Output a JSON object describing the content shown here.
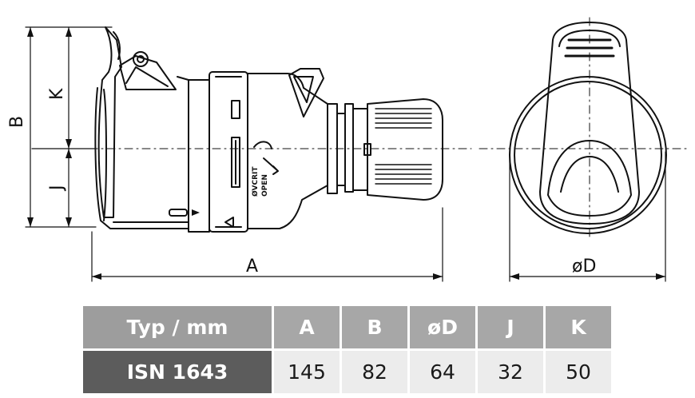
{
  "dimensions": {
    "A": "A",
    "B": "B",
    "D": "øD",
    "J": "J",
    "K": "K"
  },
  "socket_labels": {
    "close": "ØVCRIT",
    "open": "OPEN"
  },
  "table": {
    "header": [
      "Typ / mm",
      "A",
      "B",
      "øD",
      "J",
      "K"
    ],
    "rows": [
      [
        "ISN 1643",
        "145",
        "82",
        "64",
        "32",
        "50"
      ]
    ]
  },
  "colors": {
    "header_bg": "#a7a7a7",
    "row_label_bg": "#5c5c5c",
    "row_bg": "#ececec",
    "line": "#111111"
  }
}
